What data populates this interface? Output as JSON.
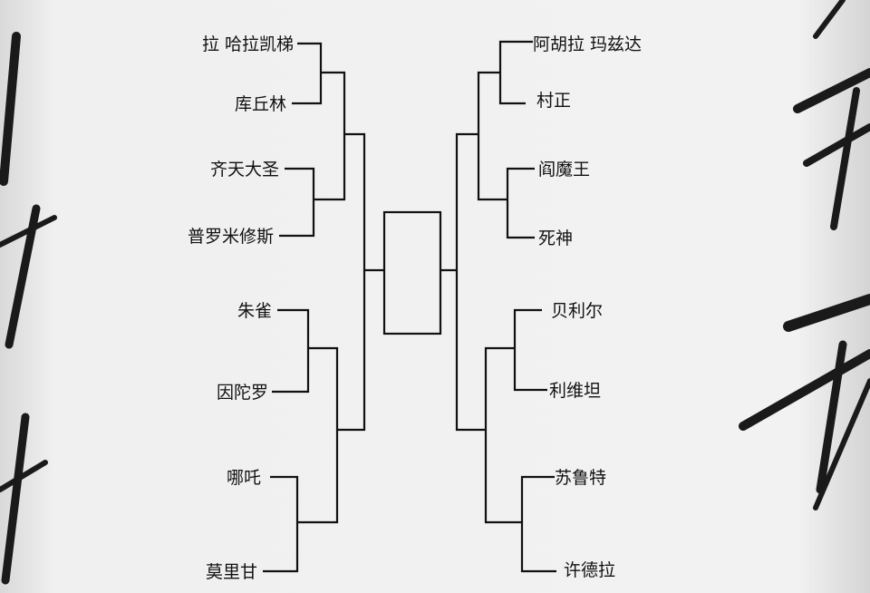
{
  "bracket": {
    "left": [
      {
        "name": "拉 哈拉凯梯"
      },
      {
        "name": "库丘林"
      },
      {
        "name": "齐天大圣"
      },
      {
        "name": "普罗米修斯"
      },
      {
        "name": "朱雀"
      },
      {
        "name": "因陀罗"
      },
      {
        "name": "哪吒"
      },
      {
        "name": "莫里甘"
      }
    ],
    "right": [
      {
        "name": "阿胡拉 玛兹达"
      },
      {
        "name": "村正"
      },
      {
        "name": "阎魔王"
      },
      {
        "name": "死神"
      },
      {
        "name": "贝利尔"
      },
      {
        "name": "利维坦"
      },
      {
        "name": "苏鲁特"
      },
      {
        "name": "许德拉"
      }
    ],
    "champion": ""
  },
  "colors": {
    "line": "#111111",
    "background": "#efefef",
    "brush": "#1a1a1a"
  }
}
